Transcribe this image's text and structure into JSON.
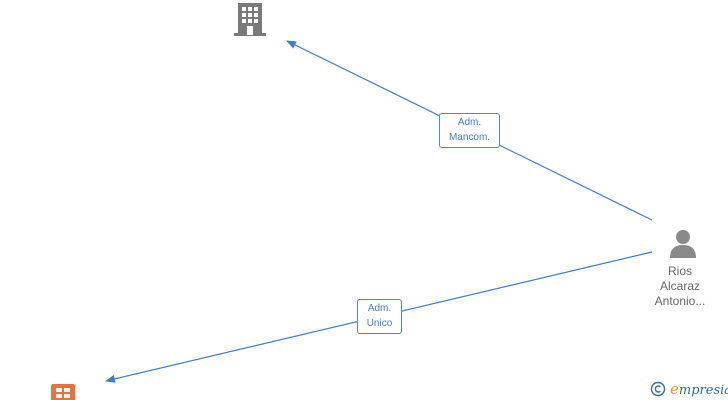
{
  "nodes": {
    "company_top": {
      "icon": "building-icon",
      "color": "#7a7a7a"
    },
    "company_bottom": {
      "icon": "company-icon",
      "color": "#ee6f3c"
    },
    "person": {
      "icon": "person-icon",
      "color": "#8a8a8a",
      "name_lines": [
        "Rios",
        "Alcaraz",
        "Antonio..."
      ]
    }
  },
  "edges": [
    {
      "label_lines": [
        "Adm.",
        "Mancom."
      ],
      "from": "person",
      "to": "company_top"
    },
    {
      "label_lines": [
        "Adm.",
        "Unico"
      ],
      "from": "person",
      "to": "company_bottom"
    }
  ],
  "colors": {
    "edge": "#3f7dc8"
  },
  "brand": {
    "copyright_symbol": "©",
    "name_first_letter": "e",
    "name_rest": "mpresia"
  }
}
